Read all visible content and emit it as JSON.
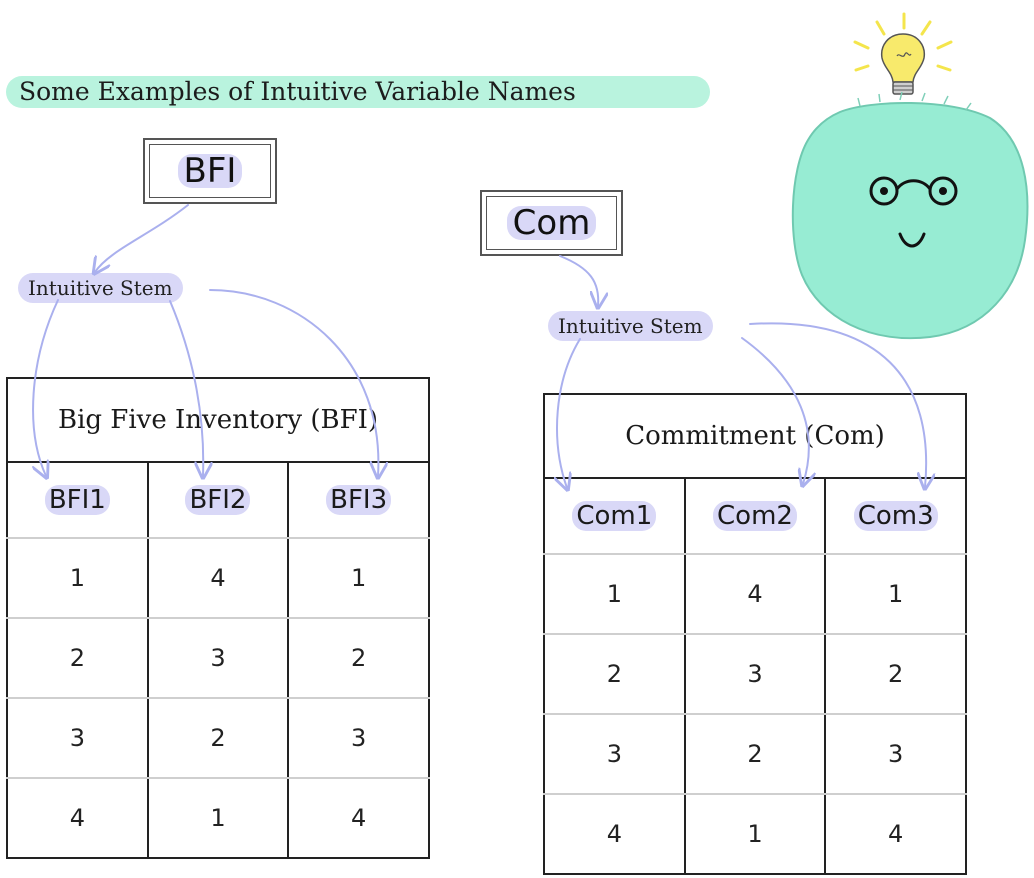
{
  "title": "Some Examples of Intuitive Variable Names",
  "colors": {
    "title_highlight": "#b9f3de",
    "label_highlight": "#d9d8f7",
    "arrow": "#aab0ee",
    "mascot": "#97ecd3",
    "bulb": "#f6e96a"
  },
  "example_left": {
    "variable_stem": "BFI",
    "stem_label": "Intuitive Stem",
    "table": {
      "caption": "Big Five Inventory (BFI)",
      "columns": [
        "BFI1",
        "BFI2",
        "BFI3"
      ],
      "rows": [
        [
          "1",
          "4",
          "1"
        ],
        [
          "2",
          "3",
          "2"
        ],
        [
          "3",
          "2",
          "3"
        ],
        [
          "4",
          "1",
          "4"
        ]
      ]
    }
  },
  "example_right": {
    "variable_stem": "Com",
    "stem_label": "Intuitive Stem",
    "table": {
      "caption": "Commitment (Com)",
      "columns": [
        "Com1",
        "Com2",
        "Com3"
      ],
      "rows": [
        [
          "1",
          "4",
          "1"
        ],
        [
          "2",
          "3",
          "2"
        ],
        [
          "3",
          "2",
          "3"
        ],
        [
          "4",
          "1",
          "4"
        ]
      ]
    }
  },
  "mascot": {
    "icon": "lightbulb-icon",
    "character": "smiling-face-with-glasses"
  }
}
